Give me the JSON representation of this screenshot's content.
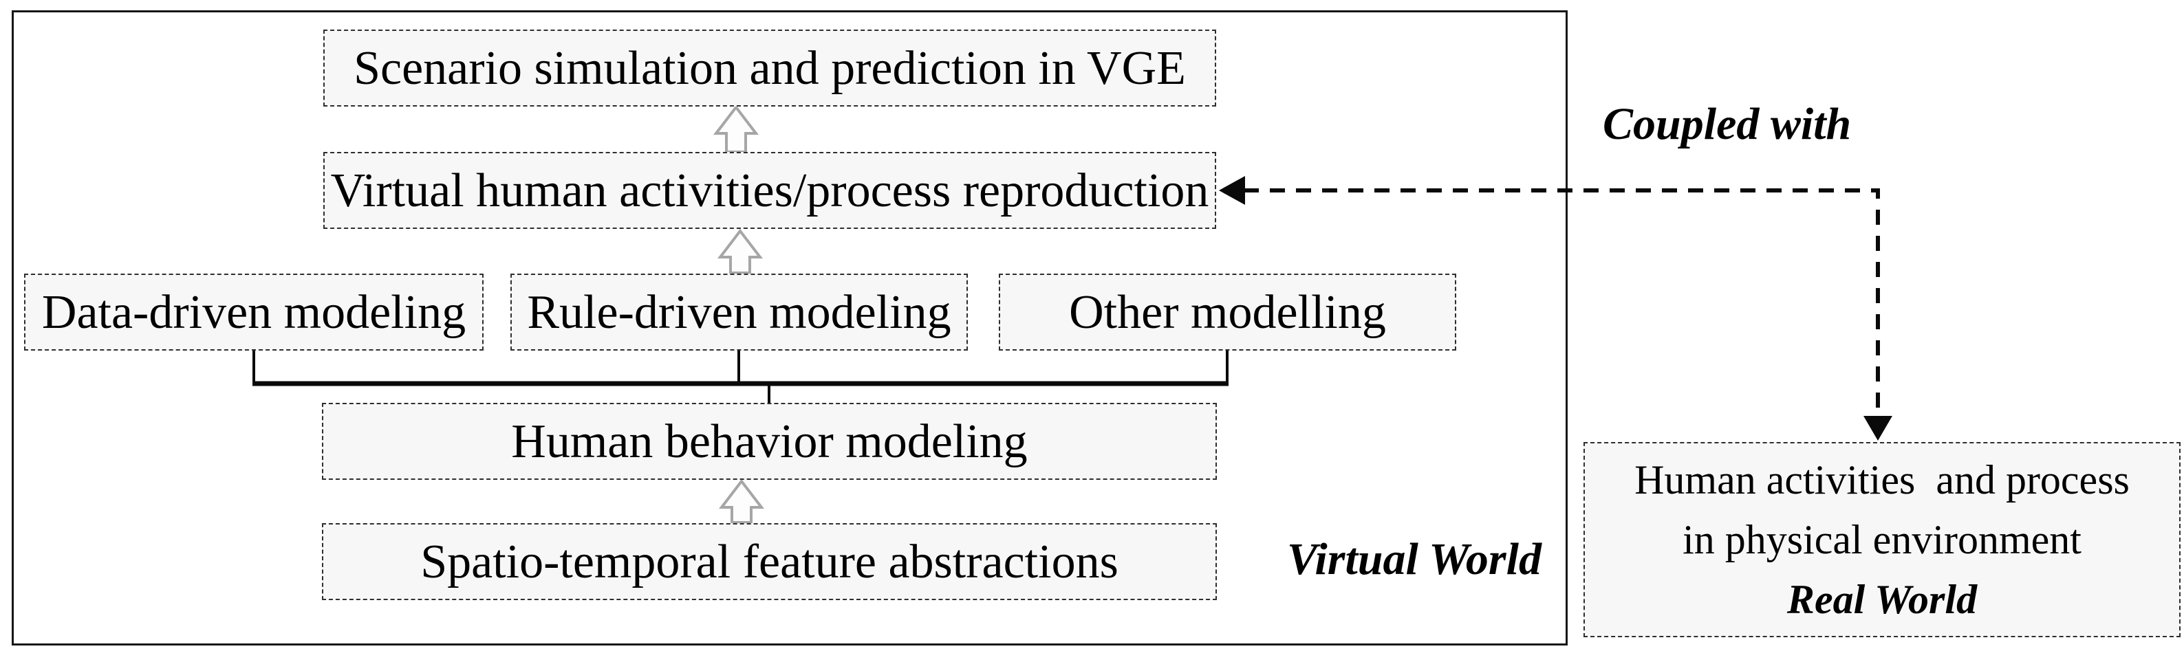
{
  "boxes": {
    "scenario": "Scenario simulation and prediction in VGE",
    "virtual_human": "Virtual human activities/process reproduction",
    "data_driven": "Data-driven modeling",
    "rule_driven": "Rule-driven modeling",
    "other": "Other modelling",
    "human_behavior": "Human behavior modeling",
    "spatio_temporal": "Spatio-temporal feature abstractions"
  },
  "real_world": {
    "line1": "Human activities  and process",
    "line2": "in physical environment"
  },
  "labels": {
    "coupled_with": "Coupled with",
    "virtual_world": "Virtual World",
    "real_world": "Real World"
  },
  "colors": {
    "line": "#161616",
    "box_border": "#2e2e2e",
    "box_fill": "#f7f7f7",
    "hollow_arrow_stroke": "#a6a6a6",
    "hollow_arrow_fill": "#fdfdfd",
    "dashed_arrow": "#0a0a0a"
  }
}
